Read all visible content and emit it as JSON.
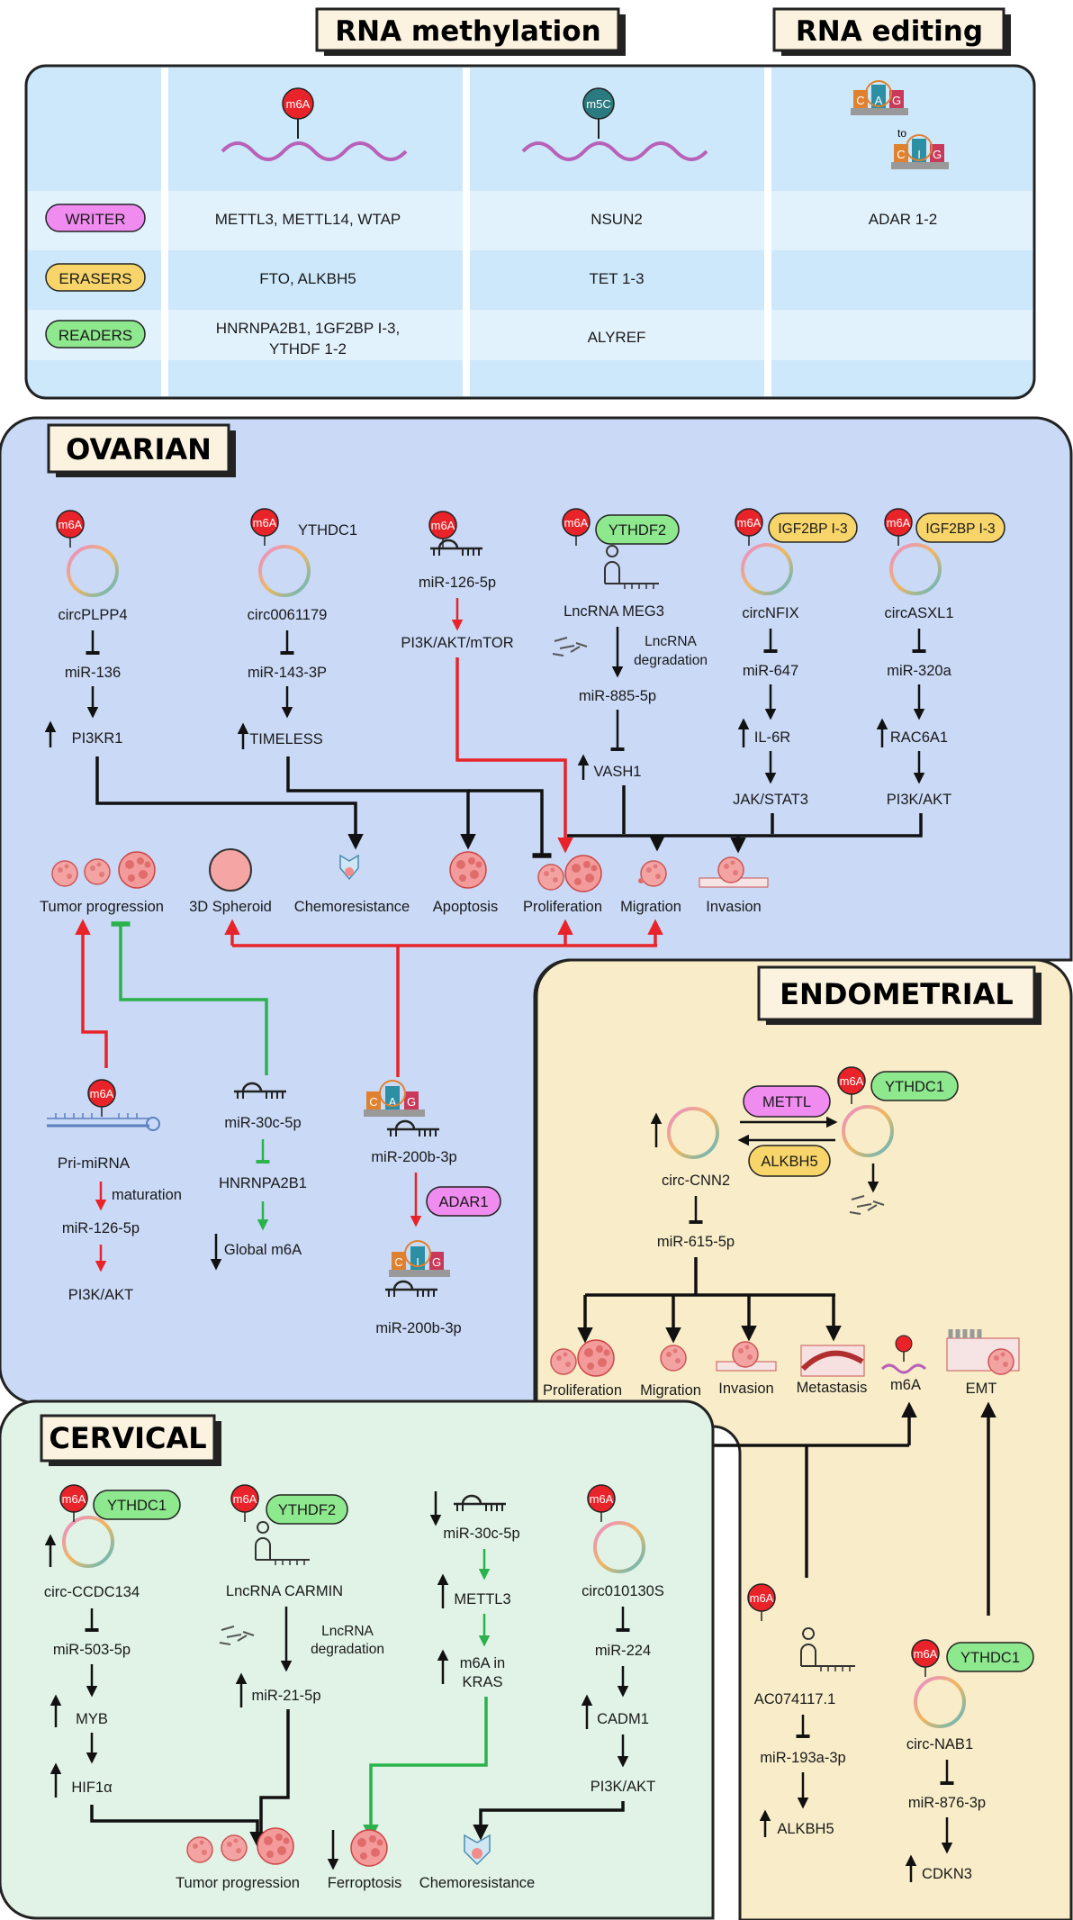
{
  "header": {
    "rna_methylation": "RNA methylation",
    "rna_editing": "RNA editing"
  },
  "table": {
    "mod_m6a": "m6A",
    "mod_m5c": "m5C",
    "editing_to": "to",
    "row_labels": {
      "writer": "WRITER",
      "erasers": "ERASERS",
      "readers": "READERS"
    },
    "m6a_writer": "METTL3, METTL14, WTAP",
    "m6a_erasers": "FTO, ALKBH5",
    "m6a_readers_l1": "HNRNPA2B1, 1GF2BP I-3,",
    "m6a_readers_l2": "YTHDF 1-2",
    "m5c_writer": "NSUN2",
    "m5c_erasers": "TET 1-3",
    "m5c_readers": "ALYREF",
    "editing_writer": "ADAR 1-2",
    "nucleotides_top": [
      "C",
      "A",
      "G"
    ],
    "nucleotides_bottom": [
      "C",
      "I",
      "G"
    ]
  },
  "ovarian": {
    "title": "OVARIAN",
    "m6a": "m6A",
    "pathways": {
      "c1": {
        "source": "circPLPP4",
        "mirna": "miR-136",
        "target": "PI3KR1"
      },
      "c2": {
        "reader": "YTHDC1",
        "source": "circ0061179",
        "mirna": "miR-143-3P",
        "target": "TIMELESS"
      },
      "c3": {
        "source": "miR-126-5p",
        "target": "PI3K/AKT/mTOR"
      },
      "c4": {
        "reader": "YTHDF2",
        "source": "LncRNA MEG3",
        "degradation_l1": "LncRNA",
        "degradation_l2": "degradation",
        "mirna": "miR-885-5p",
        "target": "VASH1"
      },
      "c5": {
        "reader": "IGF2BP I-3",
        "source": "circNFIX",
        "mirna": "miR-647",
        "mid": "IL-6R",
        "target": "JAK/STAT3"
      },
      "c6": {
        "reader": "IGF2BP I-3",
        "source": "circASXL1",
        "mirna": "miR-320a",
        "mid": "RAC6A1",
        "target": "PI3K/AKT"
      }
    },
    "outcomes": [
      "Tumor progression",
      "3D Spheroid",
      "Chemoresistance",
      "Apoptosis",
      "Proliferation",
      "Migration",
      "Invasion"
    ],
    "lower": {
      "pri_mirna": "Pri-miRNA",
      "maturation": "maturation",
      "mir126": "miR-126-5p",
      "pi3k": "PI3K/AKT",
      "mir30c": "miR-30c-5p",
      "hnrnpa2b1": "HNRNPA2B1",
      "global_m6a": "Global m6A",
      "mir200b_top": "miR-200b-3p",
      "adar1": "ADAR1",
      "mir200b_bottom": "miR-200b-3p"
    }
  },
  "endometrial": {
    "title": "ENDOMETRIAL",
    "m6a": "m6A",
    "mettl": "METTL",
    "alkbh5": "ALKBH5",
    "reader": "YTHDC1",
    "circ": "circ-CNN2",
    "mirna": "miR-615-5p",
    "outcomes": [
      "Proliferation",
      "Migration",
      "Invasion",
      "Metastasis",
      "m6A",
      "EMT"
    ],
    "lnc": {
      "source": "AC074117.1",
      "mirna": "miR-193a-3p",
      "target": "ALKBH5"
    },
    "nab": {
      "reader": "YTHDC1",
      "source": "circ-NAB1",
      "mirna": "miR-876-3p",
      "target": "CDKN3"
    }
  },
  "cervical": {
    "title": "CERVICAL",
    "m6a": "m6A",
    "p1": {
      "reader": "YTHDC1",
      "source": "circ-CCDC134",
      "mirna": "miR-503-5p",
      "mid": "MYB",
      "target": "HIF1α"
    },
    "p2": {
      "reader": "YTHDF2",
      "source": "LncRNA CARMIN",
      "degradation_l1": "LncRNA",
      "degradation_l2": "degradation",
      "mirna": "miR-21-5p"
    },
    "p3": {
      "mirna": "miR-30c-5p",
      "mid": "METTL3",
      "target_l1": "m6A in",
      "target_l2": "KRAS"
    },
    "p4": {
      "source": "circ010130S",
      "mirna": "miR-224",
      "mid": "CADM1",
      "target": "PI3K/AKT"
    },
    "outcomes": [
      "Tumor progression",
      "Ferroptosis",
      "Chemoresistance"
    ]
  },
  "colors": {
    "writer": "#f08cf0",
    "eraser": "#f7d56a",
    "reader": "#8ee88e",
    "m6a_badge": "#e8242a",
    "m5c_badge": "#2b7a7f",
    "ovarian_bg": "#c9d9f6",
    "endometrial_bg": "#f8edc8",
    "cervical_bg": "#e0f3e6",
    "table_bg": "#cde8fb",
    "red_arrow": "#e8242a",
    "green_arrow": "#2bb24c"
  }
}
